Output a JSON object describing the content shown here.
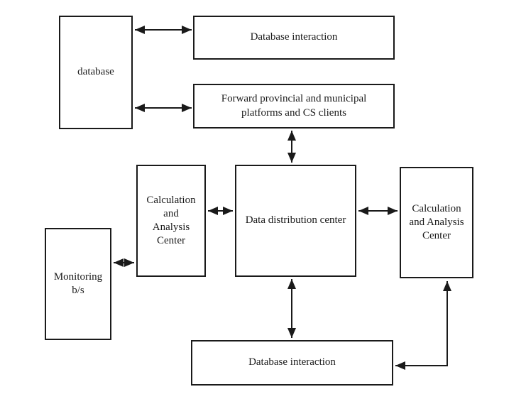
{
  "diagram": {
    "background": "#ffffff",
    "line_color": "#1a1a1a",
    "box_fill": "#ffffff",
    "boxes": {
      "database": {
        "label": "database"
      },
      "db_interaction_top": {
        "label": "Database interaction"
      },
      "forward_platforms": {
        "label": "Forward provincial and municipal\nplatforms and CS clients"
      },
      "calc_left": {
        "label": "Calculation\nand\nAnalysis\nCenter"
      },
      "data_distribution": {
        "label": "Data distribution center"
      },
      "calc_right": {
        "label": "Calculation\nand Analysis\nCenter"
      },
      "monitoring": {
        "label": "Monitoring\nb/s"
      },
      "db_interaction_bottom": {
        "label": "Database interaction"
      }
    },
    "connections": [
      {
        "from": "database",
        "to": "db_interaction_top",
        "type": "bidirectional"
      },
      {
        "from": "database",
        "to": "forward_platforms",
        "type": "bidirectional"
      },
      {
        "from": "forward_platforms",
        "to": "data_distribution",
        "type": "bidirectional"
      },
      {
        "from": "calc_left",
        "to": "data_distribution",
        "type": "bidirectional"
      },
      {
        "from": "data_distribution",
        "to": "calc_right",
        "type": "bidirectional"
      },
      {
        "from": "monitoring",
        "to": "calc_left",
        "type": "bidirectional"
      },
      {
        "from": "data_distribution",
        "to": "db_interaction_bottom",
        "type": "bidirectional"
      },
      {
        "from": "db_interaction_bottom",
        "to": "calc_right",
        "type": "bidirectional",
        "style": "elbow"
      }
    ]
  }
}
